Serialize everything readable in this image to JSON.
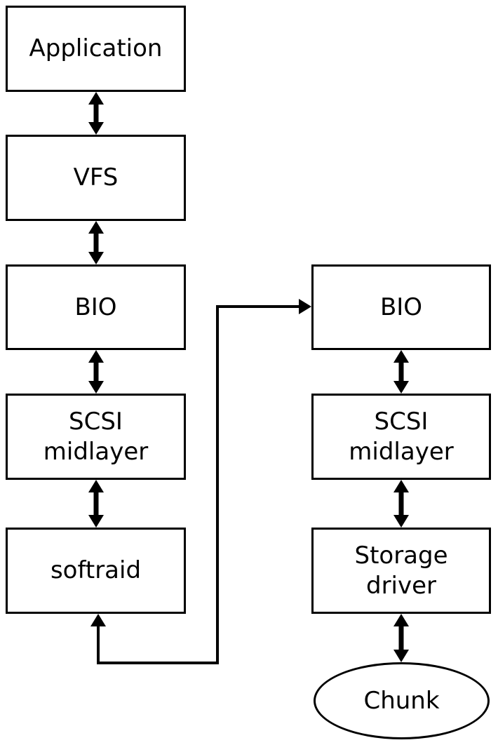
{
  "diagram": {
    "background": "#ffffff",
    "stroke_color": "#000000",
    "nodes": {
      "application": {
        "label": "Application",
        "shape": "rect"
      },
      "vfs": {
        "label": "VFS",
        "shape": "rect"
      },
      "bio_left": {
        "label": "BIO",
        "shape": "rect"
      },
      "scsi_left": {
        "label": "SCSI\nmidlayer",
        "shape": "rect"
      },
      "softraid": {
        "label": "softraid",
        "shape": "rect"
      },
      "bio_right": {
        "label": "BIO",
        "shape": "rect"
      },
      "scsi_right": {
        "label": "SCSI\nmidlayer",
        "shape": "rect"
      },
      "storage_driver": {
        "label": "Storage\ndriver",
        "shape": "rect"
      },
      "chunk": {
        "label": "Chunk",
        "shape": "ellipse"
      }
    },
    "edges": [
      {
        "from": "application",
        "to": "vfs",
        "style": "double-arrow"
      },
      {
        "from": "vfs",
        "to": "bio_left",
        "style": "double-arrow"
      },
      {
        "from": "bio_left",
        "to": "scsi_left",
        "style": "double-arrow"
      },
      {
        "from": "scsi_left",
        "to": "softraid",
        "style": "double-arrow"
      },
      {
        "from": "softraid",
        "to": "bio_right",
        "style": "double-arrow-routed"
      },
      {
        "from": "bio_right",
        "to": "scsi_right",
        "style": "double-arrow"
      },
      {
        "from": "scsi_right",
        "to": "storage_driver",
        "style": "double-arrow"
      },
      {
        "from": "storage_driver",
        "to": "chunk",
        "style": "double-arrow"
      }
    ]
  }
}
